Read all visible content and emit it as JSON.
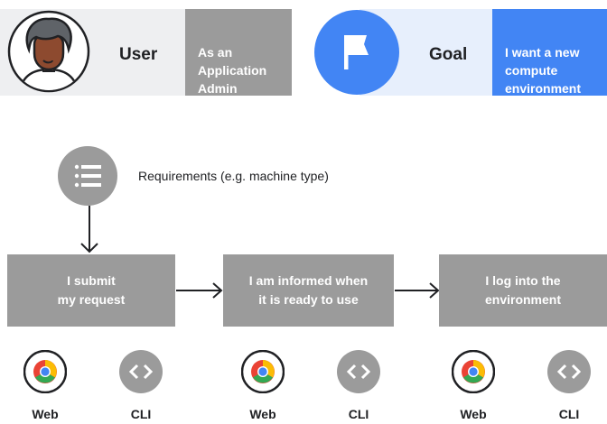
{
  "user_panel": {
    "label": "User",
    "role_text": "As an\nApplication\nAdmin"
  },
  "goal_panel": {
    "label": "Goal",
    "goal_text": "I want a new\ncompute\nenvironment"
  },
  "requirements": {
    "text": "Requirements (e.g. machine type)"
  },
  "steps": [
    {
      "text": "I submit\nmy request"
    },
    {
      "text": "I am informed when\nit is ready to use"
    },
    {
      "text": "I log into the\nenvironment"
    }
  ],
  "interfaces": [
    {
      "web_label": "Web",
      "cli_label": "CLI"
    },
    {
      "web_label": "Web",
      "cli_label": "CLI"
    },
    {
      "web_label": "Web",
      "cli_label": "CLI"
    }
  ],
  "icons": {
    "user": "person-avatar-icon",
    "goal": "flag-icon",
    "requirements": "list-icon",
    "web": "chrome-browser-icon",
    "cli": "code-brackets-icon"
  },
  "colors": {
    "gray": "#9b9b9b",
    "blue": "#4285f4",
    "light_gray": "#eeeff1",
    "light_blue": "#e7effc"
  }
}
